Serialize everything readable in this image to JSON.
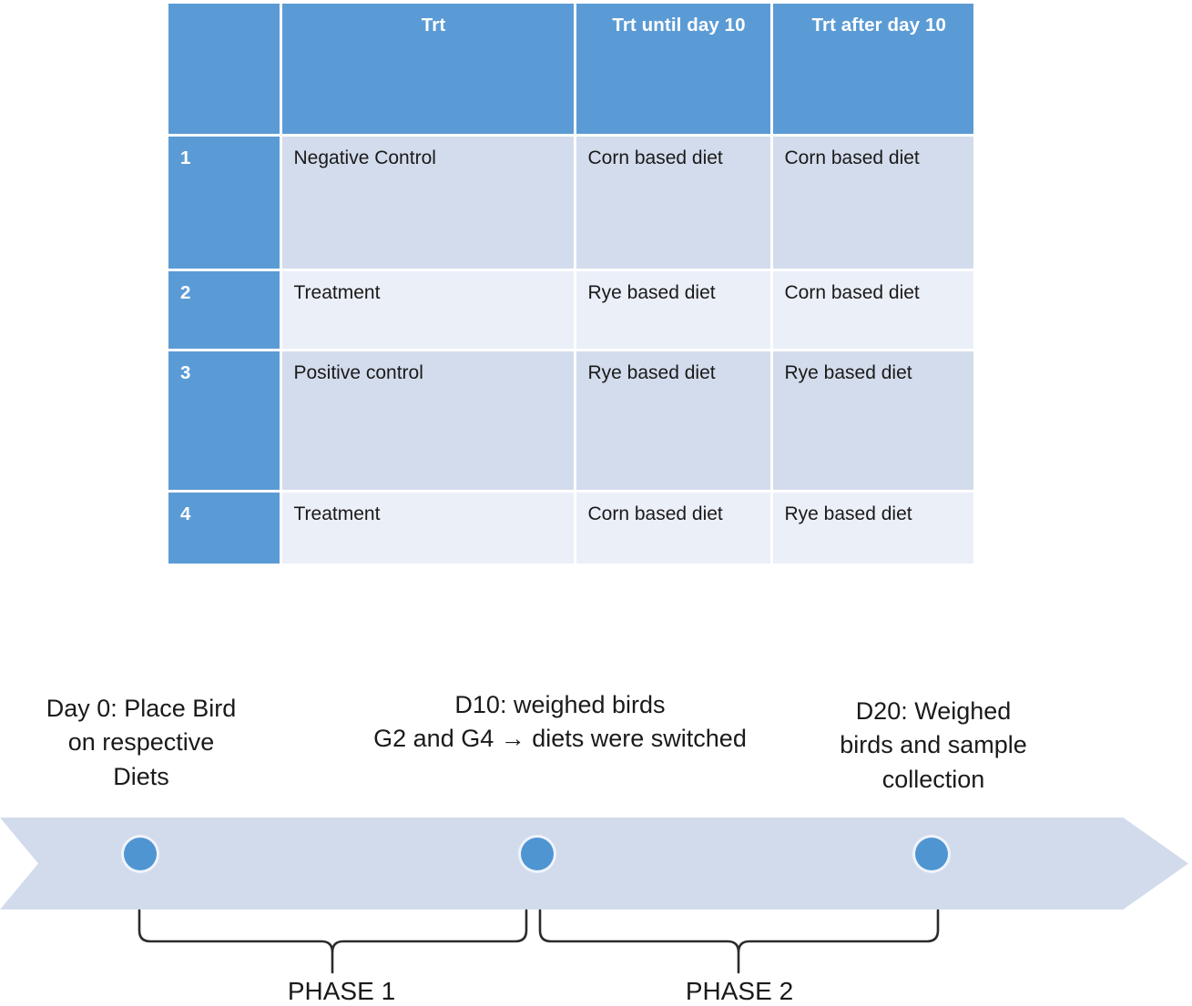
{
  "table": {
    "columns": [
      "",
      "Trt",
      "Trt until day 10",
      "Trt after day 10"
    ],
    "rows": [
      {
        "num": "1",
        "trt": "Negative Control",
        "until_day10": "Corn based diet",
        "after_day10": "Corn based diet"
      },
      {
        "num": "2",
        "trt": "Treatment",
        "until_day10": "Rye based diet",
        "after_day10": "Corn based diet"
      },
      {
        "num": "3",
        "trt": "Positive control",
        "until_day10": "Rye based diet",
        "after_day10": "Rye based diet"
      },
      {
        "num": "4",
        "trt": "Treatment",
        "until_day10": "Corn based diet",
        "after_day10": "Rye based diet"
      }
    ]
  },
  "timeline": {
    "labels": {
      "day0": "Day 0: Place Bird\non respective\nDiets",
      "d10": "D10: weighed birds\nG2 and G4 → diets were switched",
      "d20": "D20: Weighed\nbirds and sample\ncollection"
    },
    "phases": [
      {
        "label": "PHASE 1"
      },
      {
        "label": "PHASE 2"
      }
    ]
  },
  "colors": {
    "header_blue": "#5B9BD5",
    "band_dark": "#D3DCEC",
    "band_light": "#EBEFF8",
    "arrow_fill": "#D2DBEC",
    "dot_blue": "#4E95D2",
    "text_dark": "#1a1a1a"
  }
}
